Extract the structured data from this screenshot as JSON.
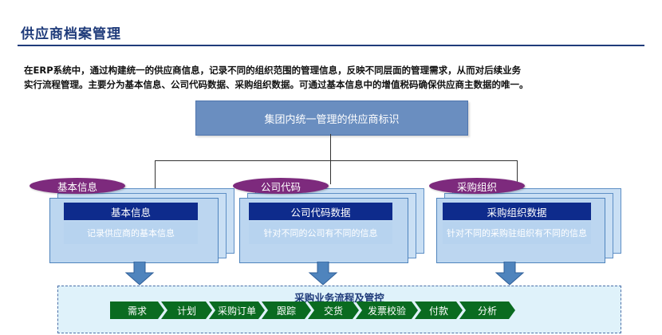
{
  "title": "供应商档案管理",
  "intro": {
    "line1": "在ERP系统中，通过构建统一的供应商信息，记录不同的组织范围的管理信息，反映不同层面的管理需求，从而对后续业务",
    "line2": "实行流程管理。主要分为基本信息、公司代码数据、采购组织数据。可通过基本信息中的增值税码确保供应商主数据的唯一。"
  },
  "top_box": "集团内统一管理的供应商标识",
  "groups": [
    {
      "tag": "基本信息",
      "header": "基本信息",
      "desc": "记录供应商的基本信息"
    },
    {
      "tag": "公司代码",
      "header": "公司代码数据",
      "desc": "针对不同的公司有不同的信息"
    },
    {
      "tag": "采购组织",
      "header": "采购组织数据",
      "desc": "针对不同的采购驻组织有不同的信息"
    }
  ],
  "process": {
    "title": "采购业务流程及管控",
    "steps": [
      "需求",
      "计划",
      "采购订单",
      "跟踪",
      "交货",
      "发票校验",
      "付款",
      "分析"
    ]
  },
  "colors": {
    "title": "#1f3b7a",
    "oval": "#7d2a7d",
    "header": "#0e2b8c",
    "chevron": "#0a6b20",
    "process_bg": "#dff2fa"
  }
}
